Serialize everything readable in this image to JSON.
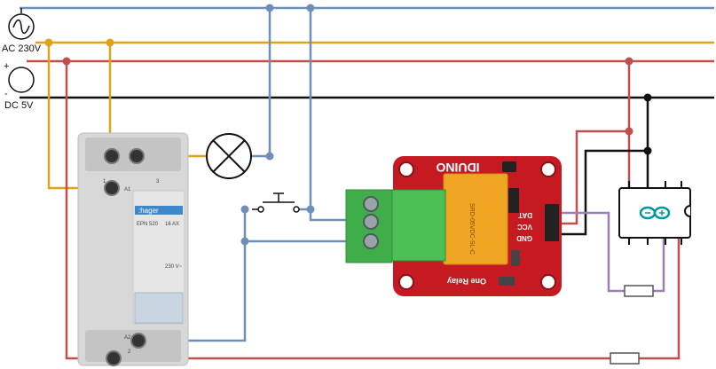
{
  "power": {
    "ac_label": "AC 230V",
    "dc_label": "DC 5V",
    "dc_plus": "+",
    "dc_minus": "-"
  },
  "contactor": {
    "brand": ":hager",
    "model": "EPN 520",
    "rating": "16 AX",
    "voltage": "230 V~",
    "term1": "1",
    "term3": "3",
    "termA1": "A1",
    "termA2": "A2",
    "term2": "2"
  },
  "relay": {
    "brand": "IDUINO",
    "board_label": "One Relay",
    "pin_dat": "DAT",
    "pin_vcc": "VCC",
    "pin_gnd": "GND",
    "relay_text": "SRD-05VDC-SL-C"
  },
  "colors": {
    "neutral": "#6f8fb8",
    "phase": "#e0a21a",
    "positive": "#c0504d",
    "ground": "#111111",
    "signal": "#9b7fb0",
    "pcb": "#c61a22",
    "terminal": "#3fae49"
  }
}
